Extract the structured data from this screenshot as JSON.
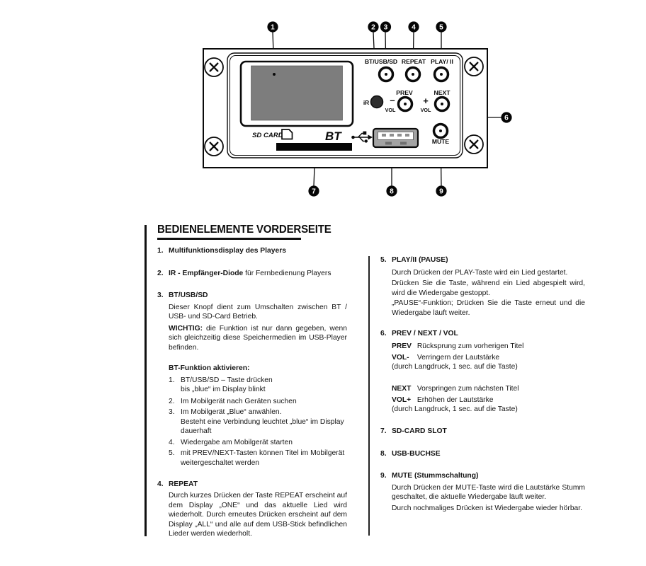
{
  "diagram": {
    "labels": {
      "bt_usb_sd": "BT/USB/SD",
      "repeat": "REPEAT",
      "play": "PLAY/ II",
      "prev": "PREV",
      "next": "NEXT",
      "mute": "MUTE",
      "ir": "iR",
      "vol_minus_sign": "–",
      "vol_plus_sign": "+",
      "vol_minus_word": "VOL",
      "vol_plus_word": "VOL",
      "sd_card": "SD CARD",
      "bt": "BT"
    },
    "callouts": [
      "1",
      "2",
      "3",
      "4",
      "5",
      "6",
      "7",
      "8",
      "9"
    ],
    "colors": {
      "screen_gray": "#7d7d7d",
      "usb_gray": "#a3a3a3",
      "ink": "#0a0a0a"
    }
  },
  "content": {
    "title": "BEDIENELEMENTE VORDERSEITE",
    "left": {
      "item1": {
        "num": "1.",
        "title": "Multifunktionsdisplay des Players"
      },
      "item2": {
        "num": "2.",
        "bold": "IR - Empfänger-Diode",
        "rest": " für Fernbedienung Players"
      },
      "item3": {
        "num": "3.",
        "title": "BT/USB/SD",
        "para1": "Dieser Knopf dient zum Umschalten zwischen BT / USB- und SD-Card Betrieb.",
        "para2_bold": "WICHTIG:",
        "para2_rest": " die Funktion ist nur dann gegeben, wenn sich gleichzeitig diese Speichermedien im USB-Player befinden.",
        "subhead": "BT-Funktion aktivieren:",
        "steps": [
          {
            "num": "1.",
            "line1": "BT/USB/SD – Taste drücken",
            "line2": "bis „blue“ im Display blinkt"
          },
          {
            "num": "2.",
            "line1": "Im Mobilgerät nach Geräten suchen"
          },
          {
            "num": "3.",
            "line1": "Im Mobilgerät „Blue“ anwählen.",
            "line2": "Besteht eine Verbindung leuchtet „blue“ im Display",
            "line3": "dauerhaft"
          },
          {
            "num": "4.",
            "line1": "Wiedergabe am Mobilgerät starten"
          },
          {
            "num": "5.",
            "line1": "mit PREV/NEXT-Tasten können Titel im Mobilgerät",
            "line2": "weitergeschaltet werden"
          }
        ]
      },
      "item4": {
        "num": "4.",
        "title": "REPEAT",
        "para": "Durch kurzes Drücken der Taste REPEAT erscheint auf dem Display „ONE“ und das aktuelle Lied wird wiederholt. Durch erneutes Drücken erscheint auf dem Display „ALL“ und alle auf dem USB-Stick befindlichen Lieder werden wiederholt."
      }
    },
    "right": {
      "item5": {
        "num": "5.",
        "title": "PLAY/II (PAUSE)",
        "para1": "Durch Drücken der PLAY-Taste wird ein Lied gestartet.",
        "para2": "Drücken Sie die Taste, während ein Lied abgespielt wird, wird die Wiedergabe gestoppt.",
        "para3": "„PAUSE“-Funktion; Drücken Sie die Taste erneut und die Wiedergabe läuft weiter."
      },
      "item6": {
        "num": "6.",
        "title": "PREV / NEXT / VOL",
        "prev_key": "PREV",
        "prev_text": "Rücksprung zum vorherigen Titel",
        "volminus_key": "VOL-",
        "volminus_text": "Verringern der Lautstärke",
        "note1": "(durch Langdruck, 1 sec. auf die Taste)",
        "next_key": "NEXT",
        "next_text": "Vorspringen zum nächsten Titel",
        "volplus_key": "VOL+",
        "volplus_text": "Erhöhen der Lautstärke",
        "note2": "(durch Langdruck, 1 sec. auf die Taste)"
      },
      "item7": {
        "num": "7.",
        "title": "SD-CARD SLOT"
      },
      "item8": {
        "num": "8.",
        "title": "USB-BUCHSE"
      },
      "item9": {
        "num": "9.",
        "title": "MUTE (Stummschaltung)",
        "para1": "Durch Drücken der MUTE-Taste wird die Lautstärke Stumm geschaltet, die aktuelle Wiedergabe läuft weiter.",
        "para2": "Durch nochmaliges Drücken ist Wiedergabe wieder hörbar."
      }
    }
  }
}
